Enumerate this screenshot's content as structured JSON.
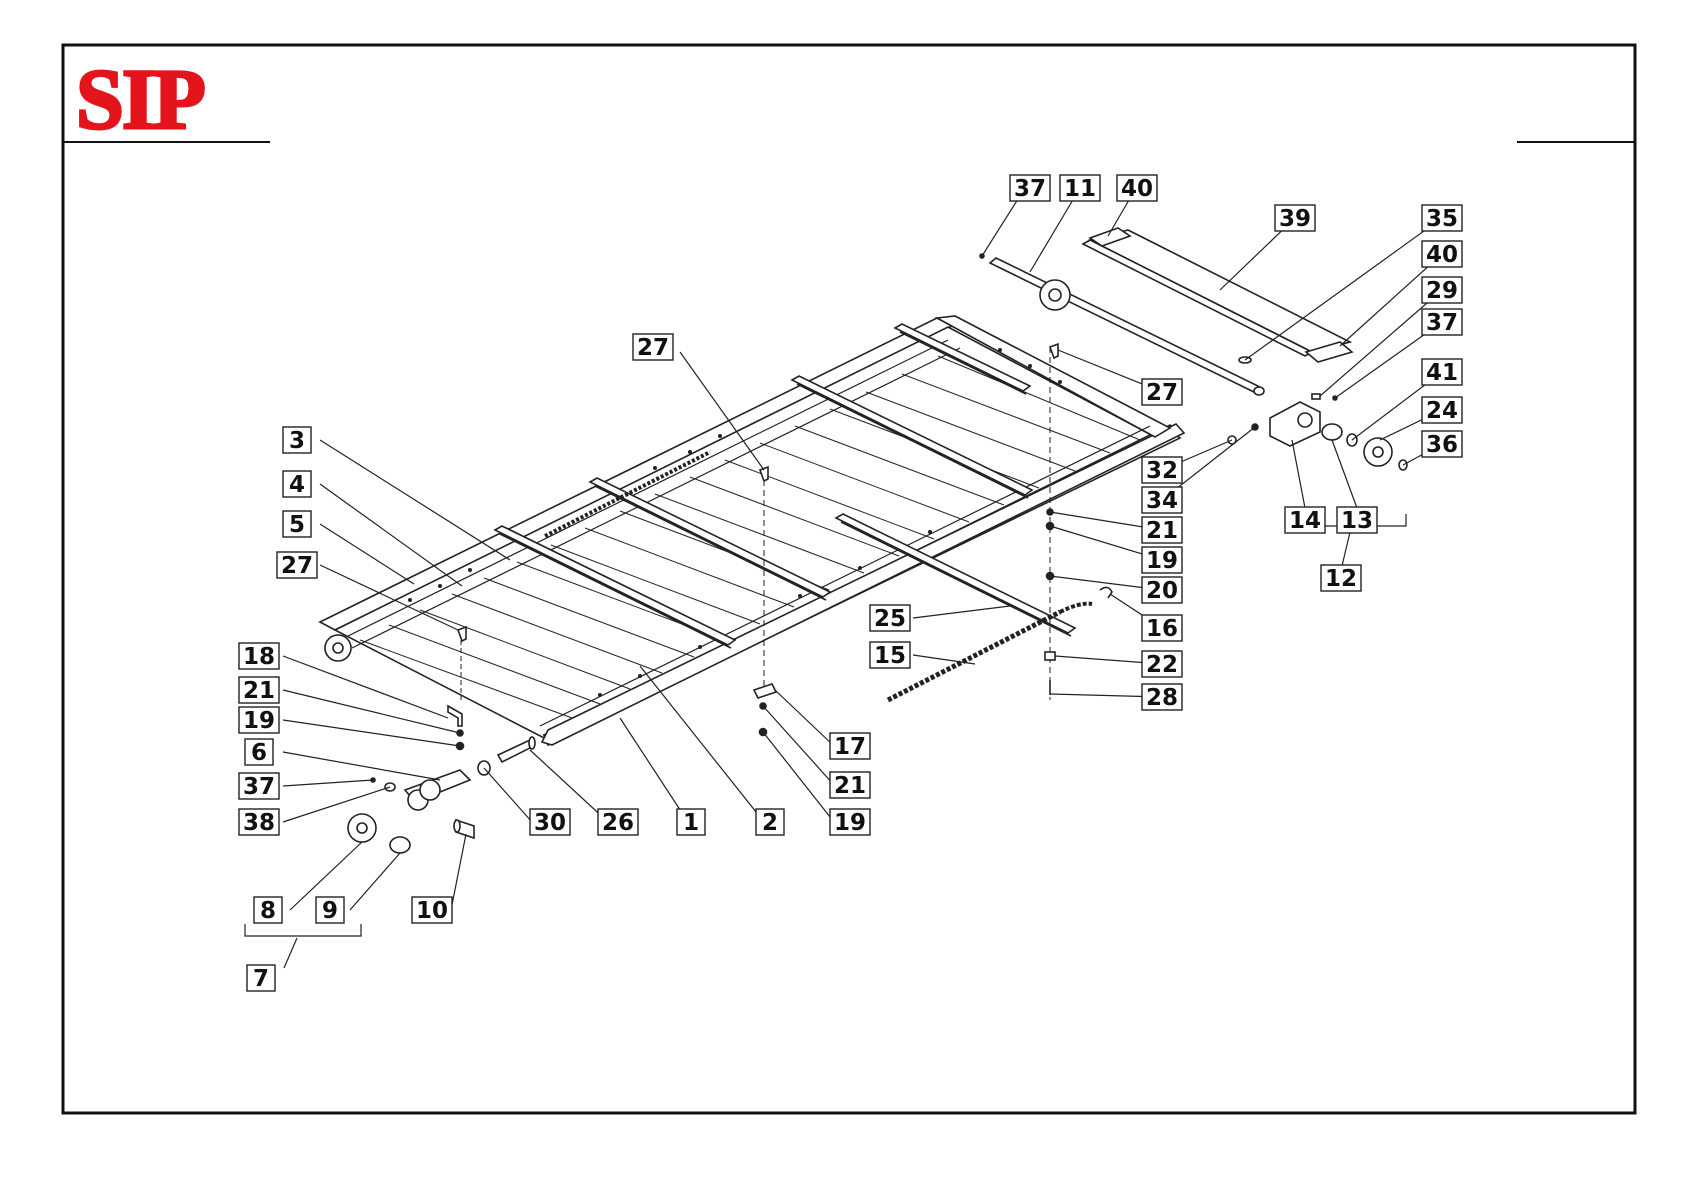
{
  "brand": {
    "name": "SIP",
    "color": "#e3141b"
  },
  "diagram": {
    "line_color": "#222222",
    "labels": [
      {
        "id": "lbl-37a",
        "text": "37"
      },
      {
        "id": "lbl-11",
        "text": "11"
      },
      {
        "id": "lbl-40a",
        "text": "40"
      },
      {
        "id": "lbl-39",
        "text": "39"
      },
      {
        "id": "lbl-35",
        "text": "35"
      },
      {
        "id": "lbl-40b",
        "text": "40"
      },
      {
        "id": "lbl-29",
        "text": "29"
      },
      {
        "id": "lbl-37b",
        "text": "37"
      },
      {
        "id": "lbl-41",
        "text": "41"
      },
      {
        "id": "lbl-24",
        "text": "24"
      },
      {
        "id": "lbl-36",
        "text": "36"
      },
      {
        "id": "lbl-27a",
        "text": "27"
      },
      {
        "id": "lbl-27b",
        "text": "27"
      },
      {
        "id": "lbl-32",
        "text": "32"
      },
      {
        "id": "lbl-34",
        "text": "34"
      },
      {
        "id": "lbl-21a",
        "text": "21"
      },
      {
        "id": "lbl-19a",
        "text": "19"
      },
      {
        "id": "lbl-20",
        "text": "20"
      },
      {
        "id": "lbl-16",
        "text": "16"
      },
      {
        "id": "lbl-22",
        "text": "22"
      },
      {
        "id": "lbl-28",
        "text": "28"
      },
      {
        "id": "lbl-14",
        "text": "14"
      },
      {
        "id": "lbl-13",
        "text": "13"
      },
      {
        "id": "lbl-12",
        "text": "12"
      },
      {
        "id": "lbl-3",
        "text": "3"
      },
      {
        "id": "lbl-4",
        "text": "4"
      },
      {
        "id": "lbl-5",
        "text": "5"
      },
      {
        "id": "lbl-27c",
        "text": "27"
      },
      {
        "id": "lbl-18",
        "text": "18"
      },
      {
        "id": "lbl-21b",
        "text": "21"
      },
      {
        "id": "lbl-19b",
        "text": "19"
      },
      {
        "id": "lbl-6",
        "text": "6"
      },
      {
        "id": "lbl-37c",
        "text": "37"
      },
      {
        "id": "lbl-38",
        "text": "38"
      },
      {
        "id": "lbl-25",
        "text": "25"
      },
      {
        "id": "lbl-15",
        "text": "15"
      },
      {
        "id": "lbl-17",
        "text": "17"
      },
      {
        "id": "lbl-21c",
        "text": "21"
      },
      {
        "id": "lbl-19c",
        "text": "19"
      },
      {
        "id": "lbl-30",
        "text": "30"
      },
      {
        "id": "lbl-26",
        "text": "26"
      },
      {
        "id": "lbl-1",
        "text": "1"
      },
      {
        "id": "lbl-2",
        "text": "2"
      },
      {
        "id": "lbl-8",
        "text": "8"
      },
      {
        "id": "lbl-9",
        "text": "9"
      },
      {
        "id": "lbl-10",
        "text": "10"
      },
      {
        "id": "lbl-7",
        "text": "7"
      }
    ]
  }
}
